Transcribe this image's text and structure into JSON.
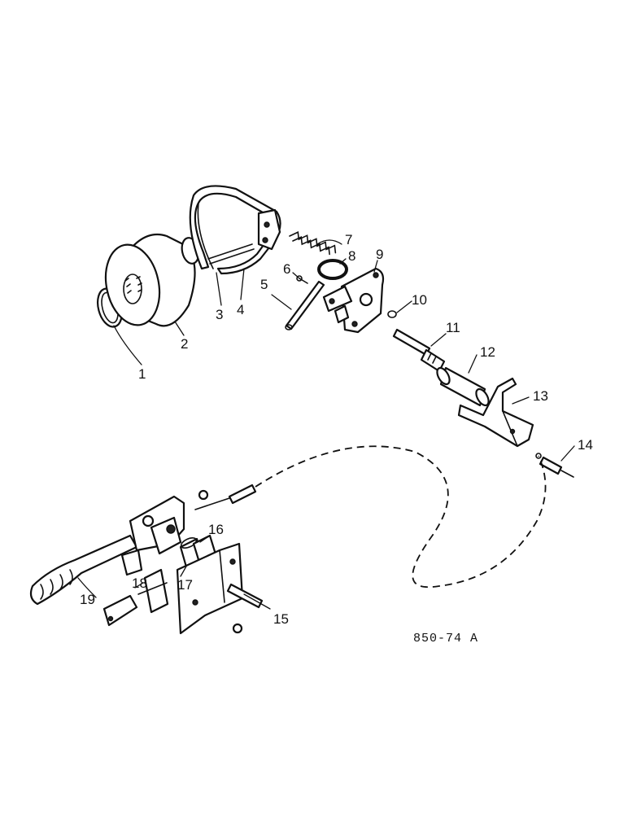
{
  "figure_reference": "850-74 A",
  "callouts": {
    "c1": "1",
    "c2": "2",
    "c3": "3",
    "c4": "4",
    "c5": "5",
    "c6": "6",
    "c7": "7",
    "c8": "8",
    "c9": "9",
    "c10": "10",
    "c11": "11",
    "c12": "12",
    "c13": "13",
    "c14": "14",
    "c15": "15",
    "c16": "16",
    "c17": "17",
    "c18": "18",
    "c19": "19"
  }
}
